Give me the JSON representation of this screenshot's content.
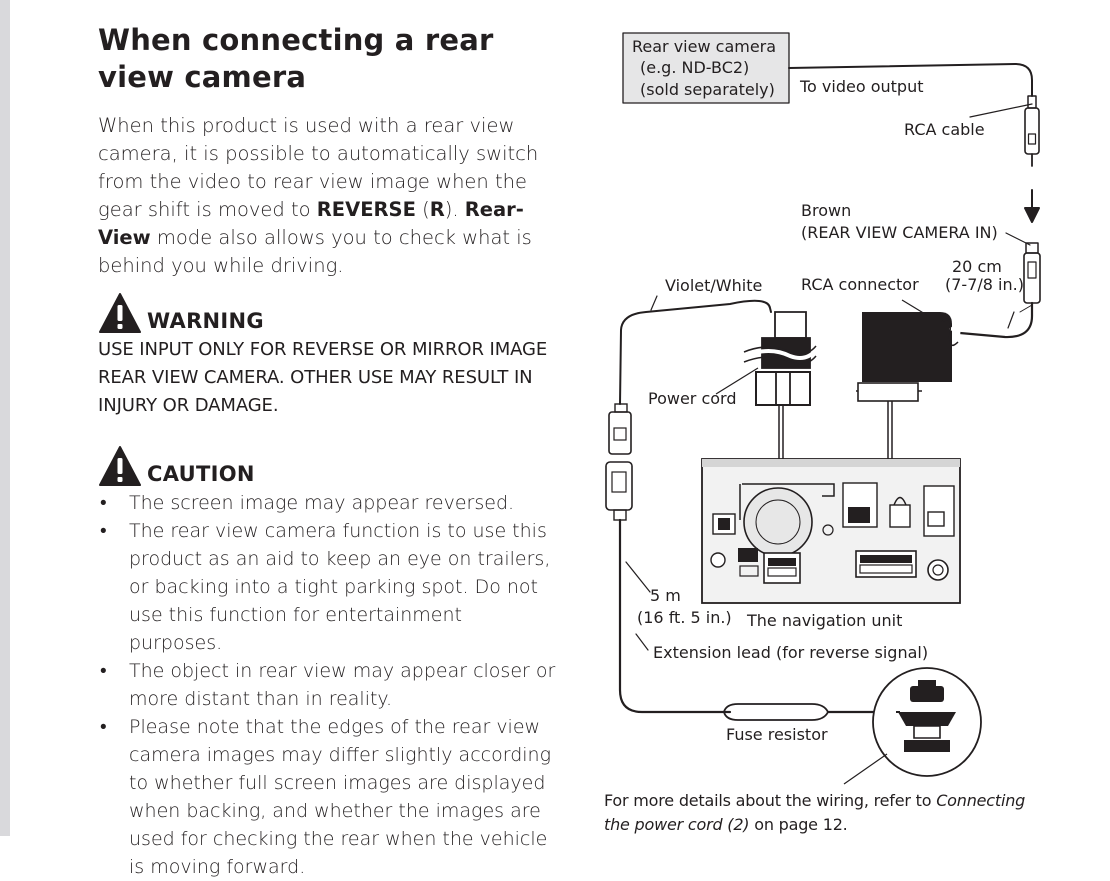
{
  "section": {
    "title_line1": "When connecting a rear",
    "title_line2": "view camera",
    "intro": {
      "t1": "When this product is used with a rear view camera, it is possible to automatically switch from the video to rear view image when the gear shift is moved to ",
      "b1": "REVERSE",
      "t2": " (",
      "b2": "R",
      "t3": "). ",
      "b3": "Rear-View",
      "t4": " mode also allows you to check what is behind you while driving."
    }
  },
  "warning": {
    "label": "WARNING",
    "text": "USE INPUT ONLY FOR REVERSE OR MIRROR IMAGE REAR VIEW CAMERA. OTHER USE MAY RESULT IN INJURY OR DAMAGE."
  },
  "caution": {
    "label": "CAUTION",
    "items": [
      "The screen image may appear reversed.",
      "The rear view camera function is to use this product as an aid to keep an eye on trailers, or backing into a tight parking spot. Do not use this function for entertainment purposes.",
      "The object in rear view may appear closer or more distant than in reality.",
      "Please note that the edges of the rear view camera images may differ slightly according to whether full screen images are displayed when backing, and whether the images are used for checking the rear when the vehicle is moving forward."
    ]
  },
  "diagram": {
    "camera_line1": "Rear view camera",
    "camera_line2": "(e.g. ND-BC2)",
    "camera_line3": "(sold separately)",
    "to_video_output": "To  video output",
    "rca_cable": "RCA  cable",
    "brown": "Brown",
    "rear_view_camera_in": "(REAR VIEW CAMERA IN)",
    "length_20cm": "20 cm",
    "length_20cm_in": "(7-7/8 in.)",
    "violet_white": "Violet/White",
    "rca_connector": "RCA connector",
    "power_cord": "Power cord",
    "length_5m": "5 m",
    "length_5m_ft": "(16 ft. 5 in.)",
    "navigation_unit": "The navigation unit",
    "extension_lead": "Extension lead (for reverse signal)",
    "fuse_resistor": "Fuse resistor"
  },
  "footnote": {
    "text": "For more details about the wiring, refer to ",
    "link": "Connecting the power cord (2)",
    "page": " on page 12."
  }
}
